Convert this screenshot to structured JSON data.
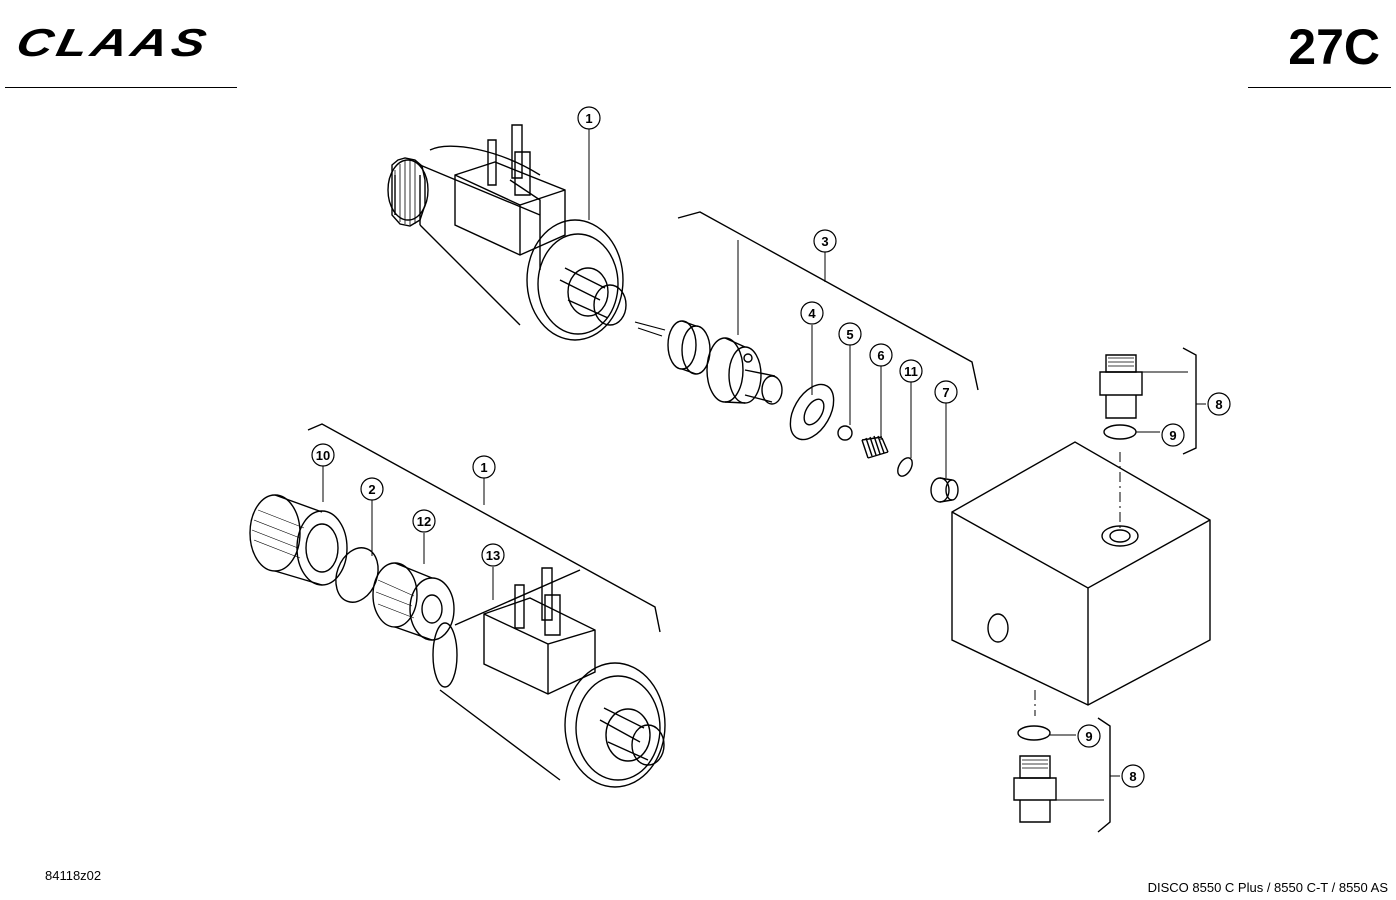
{
  "header": {
    "brand": "CLAAS",
    "page_number": "27C"
  },
  "footer": {
    "drawing_id": "84118z02",
    "model": "DISCO 8550 C Plus / 8550 C-T / 8550 AS"
  },
  "callouts": [
    "1",
    "3",
    "4",
    "5",
    "6",
    "11",
    "7",
    "8",
    "9",
    "10",
    "2",
    "1",
    "12",
    "13",
    "9",
    "8"
  ]
}
